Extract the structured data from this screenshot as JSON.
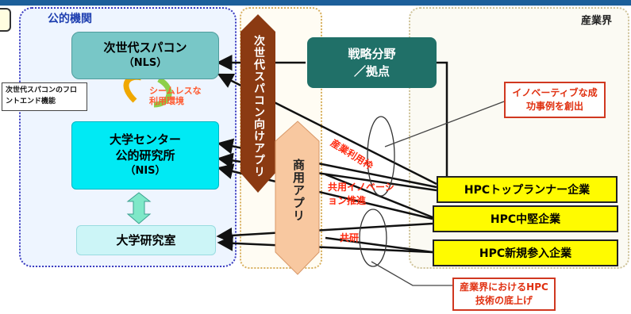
{
  "public_label": "公的機関",
  "industry_label": "産業界",
  "nls": {
    "title": "次世代スパコン",
    "sub": "（NLS）"
  },
  "nis": {
    "line1": "大学センター",
    "line2": "公的研究所",
    "sub": "（NIS）"
  },
  "lab": "大学研究室",
  "frontend_note": "次世代スパコンのフロントエンド機能",
  "seamless": "シームレスな利用環境",
  "next_gen_apps": "次世代スパコン向けアプリ",
  "commercial_apps": "商用アプリ",
  "strategy": {
    "line1": "戦略分野",
    "line2": "／拠点"
  },
  "industrial_use": "産業利用枠",
  "joint_use": "共用イノベーション推進",
  "joint_research": "共研",
  "companies": [
    "HPCトップランナー企業",
    "HPC中堅企業",
    "HPC新規参入企業"
  ],
  "callout_innovative": "イノベーティブな成功事例を創出",
  "callout_raise": "産業界におけるHPC技術の底上げ",
  "colors": {
    "teal": "#78c7c7",
    "cyan": "#00eaf4",
    "dark_teal": "#207068",
    "brown": "#8b3a12",
    "peach": "#f8c8a0",
    "yellow": "#fffb00",
    "red": "#ff2a10"
  }
}
